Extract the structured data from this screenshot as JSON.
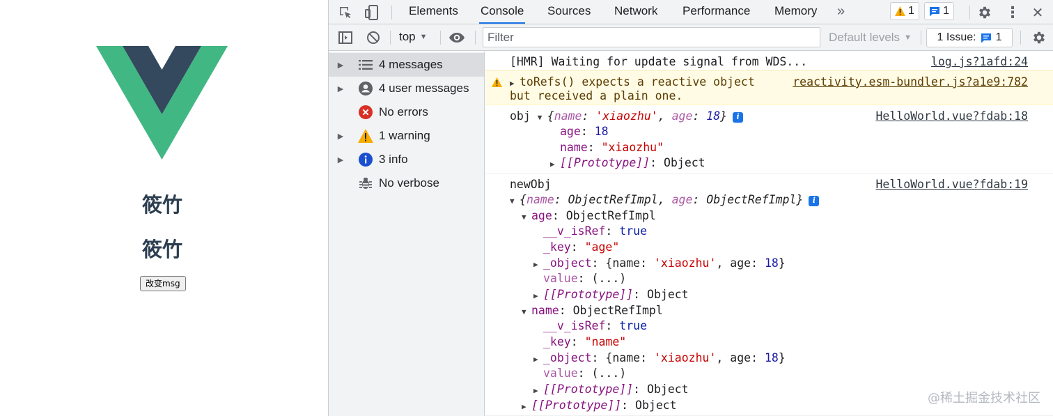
{
  "app": {
    "msg1": "筱竹",
    "msg2": "筱竹",
    "button_label": "改变msg",
    "logo_colors": {
      "outer": "#41b883",
      "inner": "#34495e"
    }
  },
  "devtools": {
    "tabs": [
      {
        "label": "Elements"
      },
      {
        "label": "Console",
        "active": true
      },
      {
        "label": "Sources"
      },
      {
        "label": "Network"
      },
      {
        "label": "Performance"
      },
      {
        "label": "Memory"
      }
    ],
    "more_tabs": "»",
    "warning_count": "1",
    "message_count": "1",
    "toolbar": {
      "context": "top",
      "filter_placeholder": "Filter",
      "levels": "Default levels",
      "issues_label": "1 Issue:",
      "issues_count": "1"
    },
    "sidebar": [
      {
        "label": "4 messages",
        "icon": "list-icon",
        "selected": true
      },
      {
        "label": "4 user messages",
        "icon": "user-icon"
      },
      {
        "label": "No errors",
        "icon": "error-icon"
      },
      {
        "label": "1 warning",
        "icon": "warning-icon"
      },
      {
        "label": "3 info",
        "icon": "info-icon"
      },
      {
        "label": "No verbose",
        "icon": "bug-icon"
      }
    ]
  },
  "console": {
    "m1": {
      "text": "[HMR] Waiting for update signal from WDS...",
      "src": "log.js?1afd:24"
    },
    "m2": {
      "line1": "toRefs() expects a reactive object",
      "line2": "but received a plain one.",
      "src": "reactivity.esm-bundler.js?a1e9:782"
    },
    "m3": {
      "label": "obj",
      "src": "HelloWorld.vue?fdab:18",
      "preview": {
        "k1": "name",
        "v1": "'xiaozhu'",
        "k2": "age",
        "v2": "18"
      },
      "age_key": "age",
      "age_val": "18",
      "name_key": "name",
      "name_val": "\"xiaozhu\"",
      "proto": "[[Prototype]]",
      "proto_val": "Object"
    },
    "m4": {
      "label": "newObj",
      "src": "HelloWorld.vue?fdab:19",
      "preview": {
        "k1": "name",
        "v1": "ObjectRefImpl",
        "k2": "age",
        "v2": "ObjectRefImpl"
      },
      "age_key": "age",
      "age_type": "ObjectRefImpl",
      "name_key": "name",
      "name_type": "ObjectRefImpl",
      "isref_key": "__v_isRef",
      "isref_val": "true",
      "key_key": "_key",
      "age_key_val": "\"age\"",
      "name_key_val": "\"name\"",
      "object_key": "_object",
      "object_k1": "name",
      "object_v1": "'xiaozhu'",
      "object_k2": "age",
      "object_v2": "18",
      "value_key": "value",
      "value_val": "(...)",
      "proto": "[[Prototype]]",
      "proto_val": "Object"
    }
  },
  "watermark": "@稀土掘金技术社区"
}
